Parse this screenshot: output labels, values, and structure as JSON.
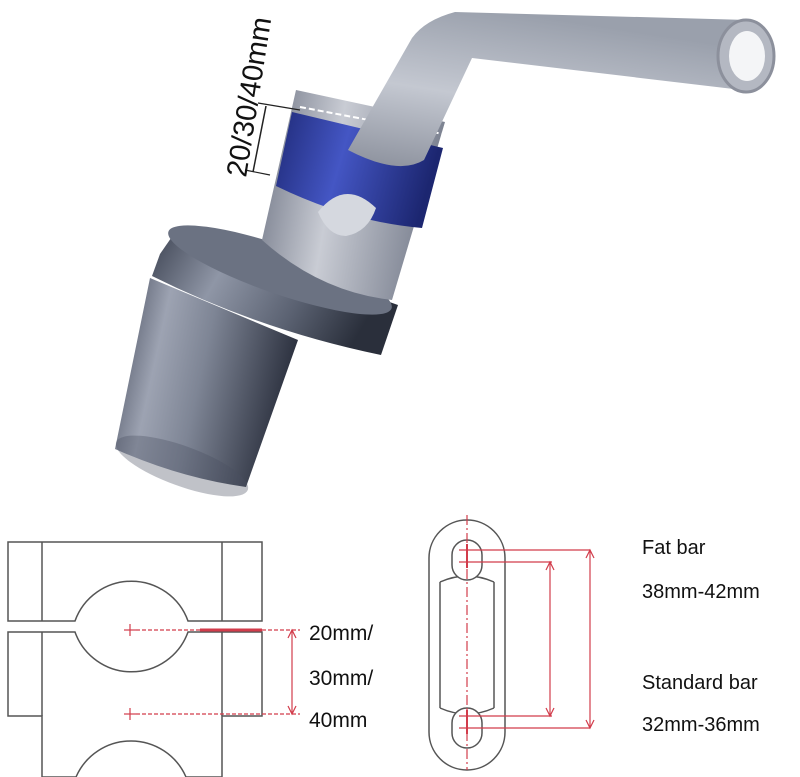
{
  "riser_illustration": {
    "height_options_label": "20/30/40mm"
  },
  "clamp_front_view": {
    "offset_labels": [
      "20mm/",
      "30mm/",
      "40mm"
    ]
  },
  "clamp_top_view": {
    "fat_bar": {
      "title": "Fat bar",
      "range": "38mm-42mm"
    },
    "standard_bar": {
      "title": "Standard bar",
      "range": "32mm-36mm"
    }
  },
  "colors": {
    "metal": "#a9aebb",
    "metal_dark": "#4f5666",
    "clamp_band": "#2f3f9e",
    "drawing_line": "#555555",
    "dimension_line": "#d23c4b"
  }
}
